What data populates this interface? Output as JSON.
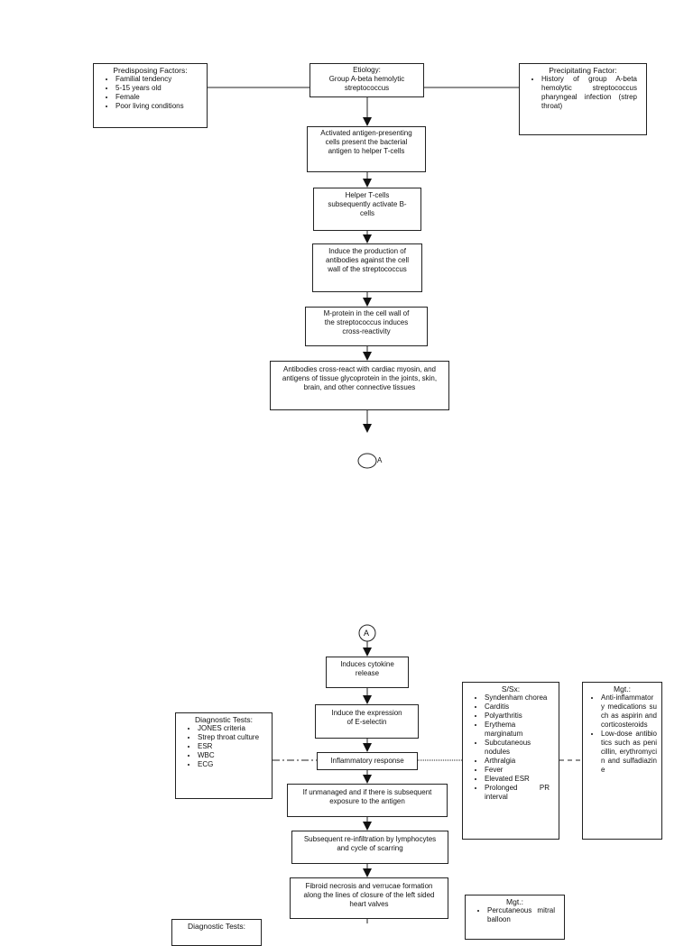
{
  "page1": {
    "predisposing": {
      "title": "Predisposing Factors:",
      "items": [
        "Familial tendency",
        "5-15 years old",
        "Female",
        "Poor living conditions"
      ]
    },
    "etiology": {
      "title": "Etiology:",
      "text": "Group A-beta hemolytic streptococcus"
    },
    "precipitating": {
      "title": "Precipitating Factor:",
      "items": [
        "History of group A-beta hemolytic streptococcus pharyngeal infection (strep throat)"
      ]
    },
    "steps": [
      "Activated antigen-presenting cells present the bacterial antigen to helper T-cells",
      "Helper T-cells subsequently activate B-cells",
      "Induce the production of antibodies against the cell wall of the streptococcus",
      "M-protein in the cell wall of the streptococcus induces cross-reactivity",
      "Antibodies cross-react with cardiac myosin, and antigens of tissue glycoprotein in the joints, skin, brain, and other connective tissues"
    ],
    "connector": "A"
  },
  "page2": {
    "connector": "A",
    "steps": [
      "Induces cytokine release",
      "Induce the expression of E-selectin",
      "Inflammatory response",
      "If unmanaged and if there is subsequent exposure to the antigen",
      "Subsequent re-infiltration by lymphocytes and cycle of scarring",
      "Fibroid necrosis and verrucae formation along the lines of closure of the left sided heart valves"
    ],
    "diagnostic": {
      "title": "Diagnostic Tests:",
      "items": [
        "JONES criteria",
        "Strep throat culture",
        "ESR",
        "WBC",
        "ECG"
      ]
    },
    "ssx": {
      "title": "S/Sx:",
      "items": [
        "Syndenham chorea",
        "Carditis",
        "Polyarthritis",
        "Erythema marginatum",
        "Subcutaneous nodules",
        "Arthralgia",
        "Fever",
        "Elevated ESR",
        "Prolonged PR interval"
      ]
    },
    "mgt": {
      "title": "Mgt.:",
      "items": [
        "Anti-inflammatory medications such as aspirin and corticosteroids",
        "Low-dose antibiotics such as penicillin, erythromycin and sulfadiazine"
      ]
    },
    "mgt2": {
      "title": "Mgt.:",
      "items": [
        "Percutaneous mitral balloon"
      ]
    },
    "diagnostic2": {
      "title": "Diagnostic Tests:"
    }
  }
}
